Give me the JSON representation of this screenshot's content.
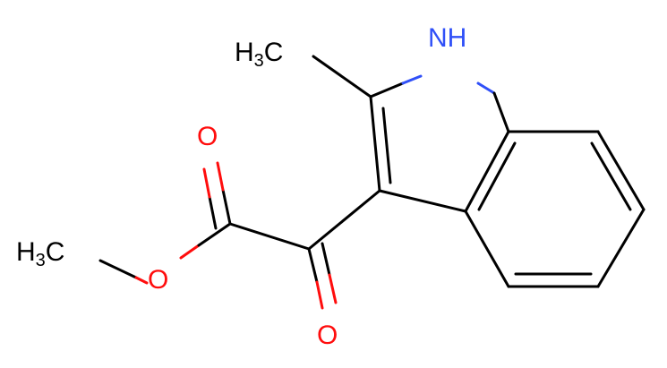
{
  "colors": {
    "carbon": "#000000",
    "oxygen": "#ff0d0d",
    "nitrogen": "#3050f8",
    "background": "#ffffff"
  },
  "labels": {
    "nh": "NH",
    "methyl_top": {
      "main": "H",
      "sub": "3",
      "tail": "C"
    },
    "methyl_left": {
      "main": "H",
      "sub": "3",
      "tail": "C"
    },
    "o_carbonyl_ester": "O",
    "o_ether": "O",
    "o_ketone": "O"
  }
}
